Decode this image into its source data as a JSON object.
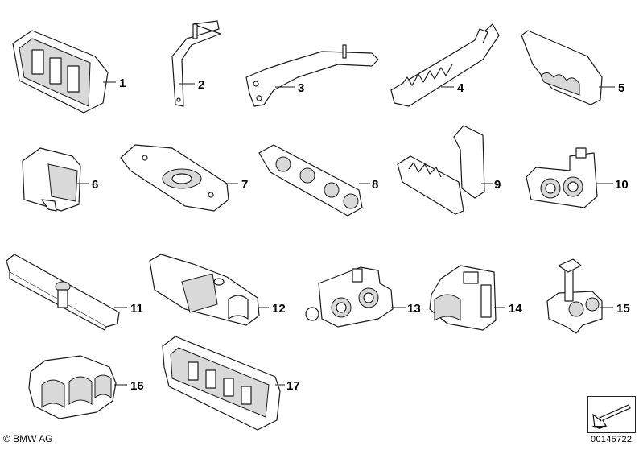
{
  "copyright": "© BMW AG",
  "diagram_id": "00145722",
  "callouts": [
    "1",
    "2",
    "3",
    "4",
    "5",
    "6",
    "7",
    "8",
    "9",
    "10",
    "11",
    "12",
    "13",
    "14",
    "15",
    "16",
    "17"
  ],
  "colors": {
    "line": "#1a1a1a",
    "fill": "#ffffff",
    "shade": "#d9d9d9"
  }
}
